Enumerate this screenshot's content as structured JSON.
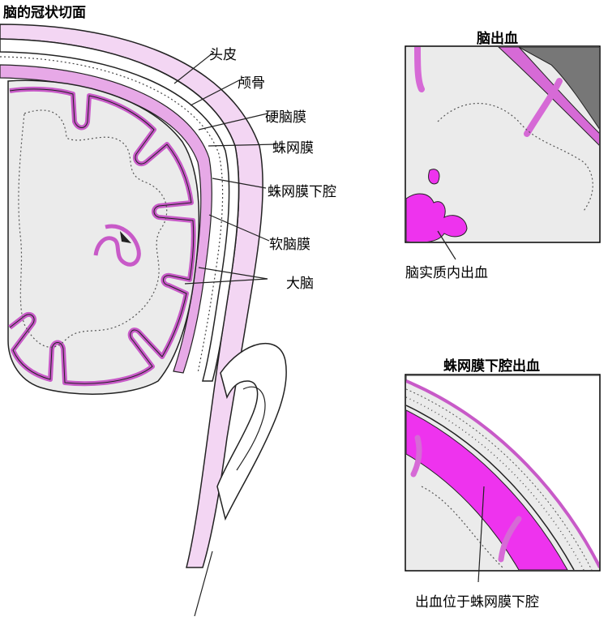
{
  "main": {
    "title": "脑的冠状切面",
    "labels": {
      "scalp": "头皮",
      "skull": "颅骨",
      "dura": "硬脑膜",
      "arachnoid": "蛛网膜",
      "subarachnoid": "蛛网膜下腔",
      "pia": "软脑膜",
      "cerebrum": "大脑"
    }
  },
  "inset_top": {
    "title": "脑出血",
    "caption": "脑实质内出血"
  },
  "inset_bottom": {
    "title": "蛛网膜下腔出血",
    "caption": "出血位于蛛网膜下腔"
  },
  "colors": {
    "membrane": "#d66ad6",
    "membrane_light": "#f2cdf2",
    "hemorrhage": "#ee33ee",
    "brain": "#ebebeb",
    "outline": "#222222"
  }
}
